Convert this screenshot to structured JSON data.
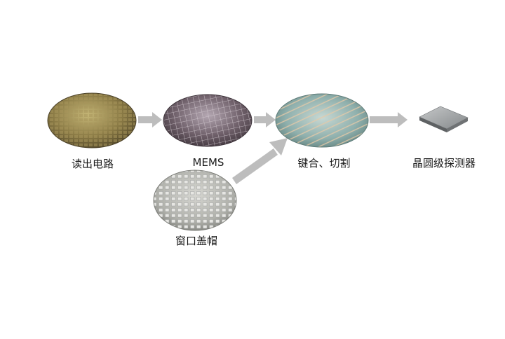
{
  "diagram": {
    "labels": {
      "readout_circuit": "读出电路",
      "mems": "MEMS",
      "bond_and_dice": "键合、切割",
      "wafer_level_detector": "晶圆级探测器",
      "window_cap": "窗口盖帽"
    },
    "colors": {
      "arrow": "#bdbdbd",
      "readout_wafer": "#8a7a45",
      "mems_wafer": "#6e5f69",
      "bonded_wafer": "#7fa1a0",
      "cap_wafer": "#b7b8b2",
      "detector_chip": "#8d9092"
    },
    "icons": [
      "readout-wafer-icon",
      "mems-wafer-icon",
      "bonded-wafer-icon",
      "window-cap-wafer-icon",
      "detector-chip-icon",
      "flow-arrow"
    ]
  }
}
